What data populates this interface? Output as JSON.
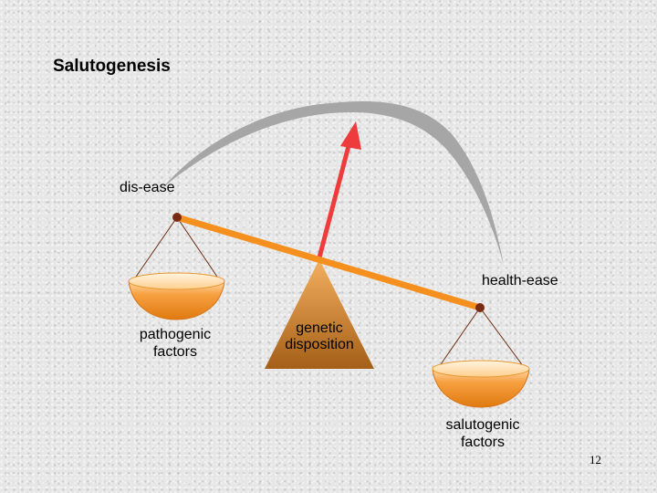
{
  "slide": {
    "title": "Salutogenesis",
    "labels": {
      "dis_ease": "dis-ease",
      "health_ease": "health-ease",
      "pathogenic": [
        "pathogenic",
        "factors"
      ],
      "genetic": [
        "genetic",
        "disposition"
      ],
      "salutogenic": [
        "salutogenic",
        "factors"
      ]
    },
    "page_number": "12"
  },
  "colors": {
    "arc": "#a6a6a6",
    "arrow": "#ee3b3b",
    "beam": "#f5901e",
    "fulcrum_top": "#f0a24a",
    "fulcrum_bottom": "#a8661a",
    "bowl": "#f59422",
    "bowl_rim": "#ffe6c0",
    "string": "#6b2f12",
    "pivot": "#7a2a10"
  }
}
